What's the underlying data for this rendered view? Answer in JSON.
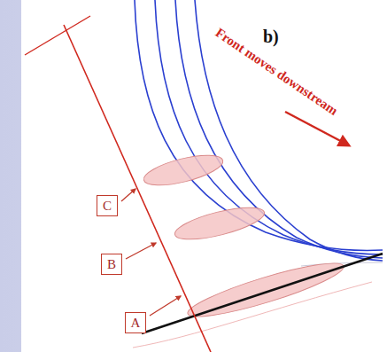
{
  "diagram": {
    "nodes": [
      {
        "text": [
          "C"
        ]
      },
      {
        "text": [
          "B"
        ]
      },
      {
        "text": [
          "A"
        ]
      }
    ],
    "labels": [
      "b)",
      "Front moves downstream"
    ]
  }
}
